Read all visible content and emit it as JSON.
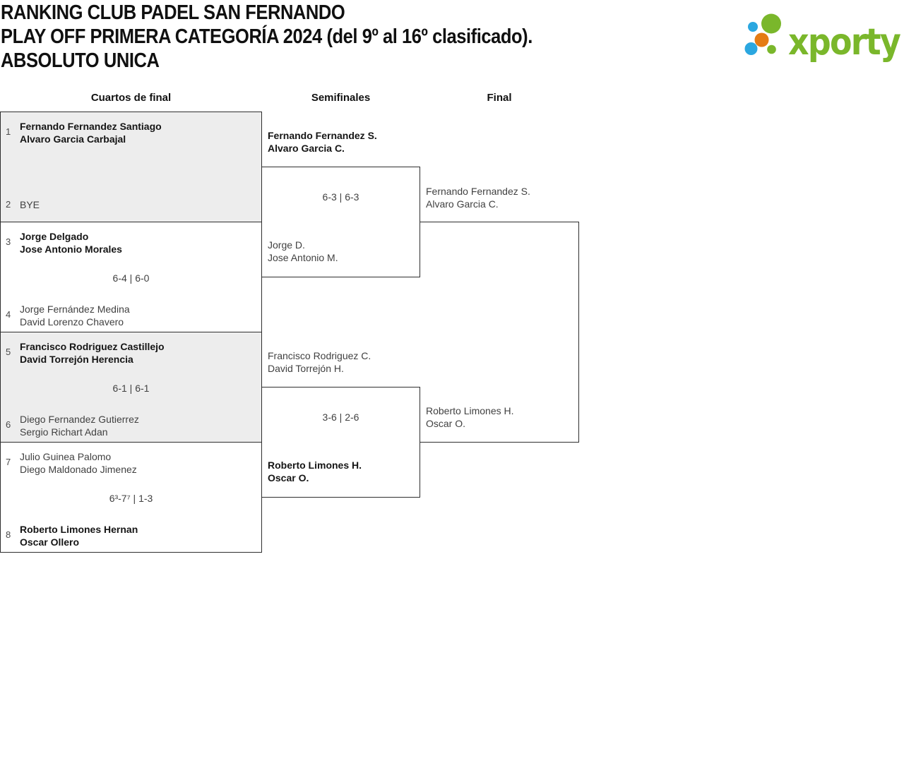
{
  "header": {
    "title_lines": [
      "RANKING CLUB PADEL SAN FERNANDO",
      "PLAY OFF PRIMERA CATEGORÍA 2024 (del 9º al 16º clasificado).",
      "ABSOLUTO UNICA"
    ],
    "logo_text": "xporty"
  },
  "colors": {
    "brand_green": "#7ab72b",
    "brand_blue": "#2ba7e0",
    "brand_orange": "#e57b13",
    "shaded_box": "#ededed",
    "border": "#2e2e2e"
  },
  "columns": {
    "quarterfinals": "Cuartos de final",
    "semifinals": "Semifinales",
    "final": "Final"
  },
  "rounds": {
    "quarterfinals": [
      {
        "seed_top": "1",
        "team_top_line1": "Fernando Fernandez Santiago",
        "team_top_line2": "Alvaro Garcia Carbajal",
        "score": "",
        "seed_bottom": "2",
        "team_bottom_line1": "BYE",
        "team_bottom_line2": "",
        "winner": "top"
      },
      {
        "seed_top": "3",
        "team_top_line1": "Jorge Delgado",
        "team_top_line2": "Jose Antonio Morales",
        "score": "6-4 | 6-0",
        "seed_bottom": "4",
        "team_bottom_line1": "Jorge Fernández Medina",
        "team_bottom_line2": "David Lorenzo Chavero",
        "winner": "top"
      },
      {
        "seed_top": "5",
        "team_top_line1": "Francisco Rodriguez Castillejo",
        "team_top_line2": "David Torrejón Herencia",
        "score": "6-1 | 6-1",
        "seed_bottom": "6",
        "team_bottom_line1": "Diego Fernandez Gutierrez",
        "team_bottom_line2": "Sergio Richart Adan",
        "winner": "top"
      },
      {
        "seed_top": "7",
        "team_top_line1": "Julio Guinea Palomo",
        "team_top_line2": "Diego Maldonado Jimenez",
        "score": "6³-7⁷ | 1-3",
        "seed_bottom": "8",
        "team_bottom_line1": "Roberto Limones Hernan",
        "team_bottom_line2": "Oscar Ollero",
        "winner": "bottom"
      }
    ],
    "semifinals": [
      {
        "team_top_line1": "Fernando Fernandez S.",
        "team_top_line2": "Alvaro Garcia C.",
        "score": "6-3 | 6-3",
        "team_bottom_line1": "Jorge D.",
        "team_bottom_line2": "Jose Antonio M.",
        "winner": "top"
      },
      {
        "team_top_line1": "Francisco Rodriguez C.",
        "team_top_line2": "David Torrejón H.",
        "score": "3-6 | 2-6",
        "team_bottom_line1": "Roberto Limones H.",
        "team_bottom_line2": "Oscar O.",
        "winner": "bottom"
      }
    ],
    "final": {
      "team_top_line1": "Fernando Fernandez S.",
      "team_top_line2": "Alvaro Garcia C.",
      "team_bottom_line1": "Roberto Limones H.",
      "team_bottom_line2": "Oscar O.",
      "winner": ""
    }
  }
}
